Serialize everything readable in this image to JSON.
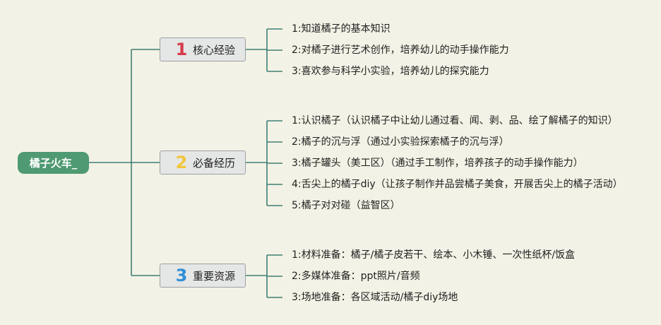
{
  "root": {
    "label": "橘子火车_"
  },
  "branches": [
    {
      "number": "1",
      "label": "核心经验",
      "number_color": "#d63a4a",
      "items": [
        "1:知道橘子的基本知识",
        "2:对橘子进行艺术创作，培养幼儿的动手操作能力",
        "3:喜欢参与科学小实验，培养幼儿的探究能力"
      ]
    },
    {
      "number": "2",
      "label": "必备经历",
      "number_color": "#f2c63c",
      "items": [
        "1:认识橘子（认识橘子中让幼儿通过看、闻、剥、品、绘了解橘子的知识）",
        "2:橘子的沉与浮（通过小实验探索橘子的沉与浮）",
        "3:橘子罐头（美工区）（通过手工制作，培养孩子的动手操作能力）",
        "4:舌尖上的橘子diy（让孩子制作并品尝橘子美食，开展舌尖上的橘子活动）",
        "5:橘子对对碰（益智区）"
      ]
    },
    {
      "number": "3",
      "label": "重要资源",
      "number_color": "#2f8fd6",
      "items": [
        "1:材料准备：橘子/橘子皮若干、绘本、小木锤、一次性纸杯/饭盒",
        "2:多媒体准备：ppt照片/音频",
        "3:场地准备：各区域活动/橘子diy场地"
      ]
    }
  ],
  "colors": {
    "connector": "#3f7f74",
    "root_bg": "#4f9a72",
    "background": "#f3f2e6"
  }
}
